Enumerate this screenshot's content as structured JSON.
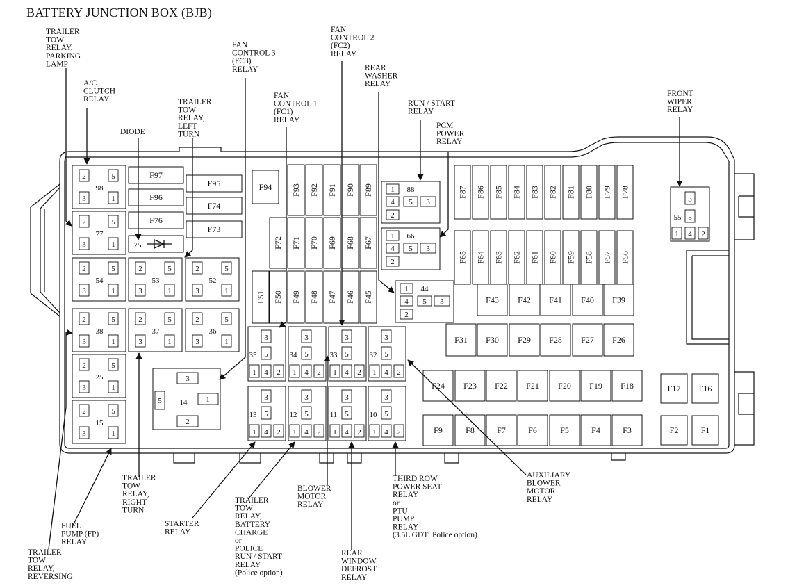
{
  "title": "BATTERY JUNCTION BOX (BJB)",
  "callouts": {
    "trailer_tow_parking": [
      "TRAILER",
      "TOW",
      "RELAY,",
      "PARKING",
      "LAMP"
    ],
    "ac_clutch": [
      "A/C",
      "CLUTCH",
      "RELAY"
    ],
    "diode": [
      "DIODE"
    ],
    "trailer_tow_left": [
      "TRAILER",
      "TOW",
      "RELAY,",
      "LEFT",
      "TURN"
    ],
    "fc3": [
      "FAN",
      "CONTROL 3",
      "(FC3)",
      "RELAY"
    ],
    "fc1": [
      "FAN",
      "CONTROL 1",
      "(FC1)",
      "RELAY"
    ],
    "fc2": [
      "FAN",
      "CONTROL 2",
      "(FC2)",
      "RELAY"
    ],
    "rear_washer": [
      "REAR",
      "WASHER",
      "RELAY"
    ],
    "run_start": [
      "RUN / START",
      "RELAY"
    ],
    "pcm_power": [
      "PCM",
      "POWER",
      "RELAY"
    ],
    "front_wiper": [
      "FRONT",
      "WIPER",
      "RELAY"
    ],
    "trailer_tow_right": [
      "TRAILER",
      "TOW",
      "RELAY,",
      "RIGHT",
      "TURN"
    ],
    "fuel_pump": [
      "FUEL",
      "PUMP (FP)",
      "RELAY"
    ],
    "trailer_tow_reversing": [
      "TRAILER",
      "TOW",
      "RELAY,",
      "REVERSING"
    ],
    "starter": [
      "STARTER",
      "RELAY"
    ],
    "trailer_tow_battery": [
      "TRAILER",
      "TOW",
      "RELAY,",
      "BATTERY",
      "CHARGE",
      "or",
      "POLICE",
      "RUN / START",
      "RELAY",
      "(Police option)"
    ],
    "blower_motor": [
      "BLOWER",
      "MOTOR",
      "RELAY"
    ],
    "rear_defrost": [
      "REAR",
      "WINDOW",
      "DEFROST",
      "RELAY"
    ],
    "third_row": [
      "THIRD ROW",
      "POWER SEAT",
      "RELAY",
      "or",
      "PTU",
      "PUMP",
      "RELAY",
      "(3.5L GDTi Police option)"
    ],
    "aux_blower": [
      "AUXILIARY",
      "BLOWER",
      "MOTOR",
      "RELAY"
    ]
  },
  "relays_big": [
    {
      "id": "98",
      "pins": [
        "2",
        "5",
        "3",
        "1"
      ]
    },
    {
      "id": "77",
      "pins": [
        "2",
        "5",
        "3",
        "1"
      ]
    },
    {
      "id": "54",
      "pins": [
        "2",
        "5",
        "3",
        "1"
      ]
    },
    {
      "id": "53",
      "pins": [
        "2",
        "5",
        "3",
        "1"
      ]
    },
    {
      "id": "52",
      "pins": [
        "2",
        "5",
        "3",
        "1"
      ]
    },
    {
      "id": "38",
      "pins": [
        "2",
        "5",
        "3",
        "1"
      ]
    },
    {
      "id": "37",
      "pins": [
        "2",
        "5",
        "3",
        "1"
      ]
    },
    {
      "id": "36",
      "pins": [
        "2",
        "5",
        "3",
        "1"
      ]
    },
    {
      "id": "25",
      "pins": [
        "2",
        "5",
        "3",
        "1"
      ]
    },
    {
      "id": "15",
      "pins": [
        "2",
        "5",
        "3",
        "1"
      ]
    }
  ],
  "relays_micro": [
    {
      "id": "35",
      "pins": [
        "3",
        "5",
        "1",
        "4",
        "2"
      ]
    },
    {
      "id": "34",
      "pins": [
        "3",
        "5",
        "1",
        "4",
        "2"
      ]
    },
    {
      "id": "33",
      "pins": [
        "3",
        "5",
        "1",
        "4",
        "2"
      ]
    },
    {
      "id": "32",
      "pins": [
        "3",
        "5",
        "1",
        "4",
        "2"
      ]
    },
    {
      "id": "13",
      "pins": [
        "3",
        "5",
        "1",
        "4",
        "2"
      ]
    },
    {
      "id": "12",
      "pins": [
        "3",
        "5",
        "1",
        "4",
        "2"
      ]
    },
    {
      "id": "11",
      "pins": [
        "3",
        "5",
        "1",
        "4",
        "2"
      ]
    },
    {
      "id": "10",
      "pins": [
        "3",
        "5",
        "1",
        "4",
        "2"
      ]
    }
  ],
  "relays_mini": [
    {
      "id": "88",
      "pins": [
        "1",
        "4",
        "5",
        "3",
        "2"
      ]
    },
    {
      "id": "66",
      "pins": [
        "1",
        "4",
        "5",
        "3",
        "2"
      ]
    },
    {
      "id": "44",
      "pins": [
        "1",
        "4",
        "5",
        "3",
        "2"
      ]
    }
  ],
  "relay_14": {
    "id": "14",
    "pins": [
      "3",
      "5",
      "1",
      "2"
    ]
  },
  "relay_55": {
    "id": "55",
    "pins": [
      "3",
      "5",
      "1",
      "4",
      "2"
    ]
  },
  "diode_slot": "75",
  "fuses": {
    "f97": "F97",
    "f96": "F96",
    "f76": "F76",
    "f95": "F95",
    "f74": "F74",
    "f73": "F73",
    "f94": "F94",
    "upper_row": [
      "F93",
      "F92",
      "F91",
      "F90",
      "F89"
    ],
    "mid_row": [
      "F71",
      "F70",
      "F69",
      "F68",
      "F67"
    ],
    "f72": "F72",
    "low_row": [
      "F51",
      "F50",
      "F49",
      "F48",
      "F47",
      "F46",
      "F45"
    ],
    "right_top": [
      "F87",
      "F86",
      "F85",
      "F84",
      "F83",
      "F82",
      "F81",
      "F80",
      "F79",
      "F78"
    ],
    "right_mid": [
      "F65",
      "F64",
      "F63",
      "F62",
      "F61",
      "F60",
      "F59",
      "F58",
      "F57",
      "F56"
    ],
    "row_43": [
      "F43",
      "F42",
      "F41",
      "F40",
      "F39"
    ],
    "row_31": [
      "F31",
      "F30",
      "F29",
      "F28",
      "F27",
      "F26"
    ],
    "row_24": [
      "F24",
      "F23",
      "F22",
      "F21",
      "F20",
      "F19",
      "F18"
    ],
    "row_9": [
      "F9",
      "F8",
      "F7",
      "F6",
      "F5",
      "F4",
      "F3"
    ],
    "right_big": [
      "F17",
      "F16",
      "F2",
      "F1"
    ]
  }
}
